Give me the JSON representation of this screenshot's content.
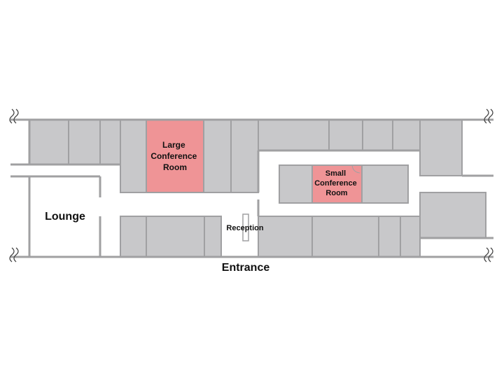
{
  "floorplan": {
    "labels": {
      "large_conference_room": [
        "Large",
        "Conference",
        "Room"
      ],
      "small_conference_room": [
        "Small",
        "Conference",
        "Room"
      ],
      "lounge": "Lounge",
      "reception": "Reception",
      "entrance": "Entrance"
    },
    "colors": {
      "room_fill": "#c8c8ca",
      "highlight_fill": "#ef9496",
      "wall": "#a0a0a2",
      "background": "#ffffff"
    }
  }
}
